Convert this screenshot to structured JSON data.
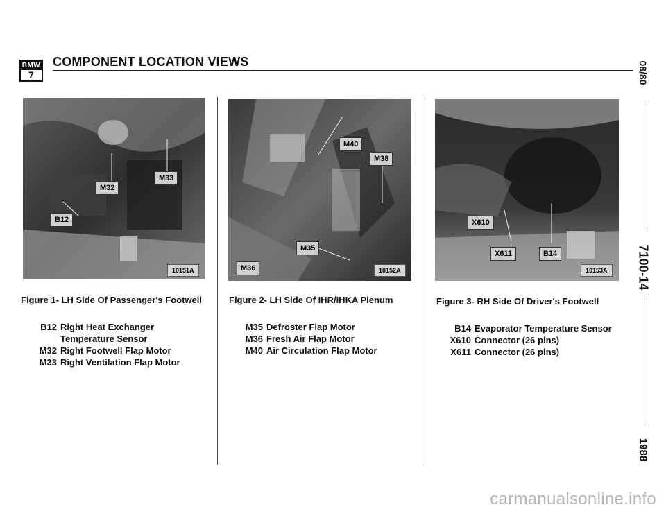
{
  "header": {
    "brand_mark": "BMW",
    "model_mark": "7",
    "title": "COMPONENT LOCATION VIEWS"
  },
  "side": {
    "date": "08/80",
    "page_ref": "7100-14",
    "year": "1988"
  },
  "figures": [
    {
      "title": "Figure 1- LH Side Of Passenger's Footwell",
      "ref_number": "10151A",
      "callouts": [
        "M33",
        "M32",
        "B12"
      ],
      "legend": [
        {
          "code": "B12",
          "desc": "Right Heat Exchanger Temperature Sensor"
        },
        {
          "code": "M32",
          "desc": "Right Footwell Flap Motor"
        },
        {
          "code": "M33",
          "desc": "Right Ventilation Flap Motor"
        }
      ]
    },
    {
      "title": "Figure 2- LH Side Of IHR/IHKA Plenum",
      "ref_number": "10152A",
      "callouts": [
        "M40",
        "M38",
        "M35",
        "M36"
      ],
      "legend": [
        {
          "code": "M35",
          "desc": "Defroster Flap Motor"
        },
        {
          "code": "M36",
          "desc": "Fresh Air Flap Motor"
        },
        {
          "code": "M40",
          "desc": "Air Circulation Flap Motor"
        }
      ]
    },
    {
      "title": "Figure 3- RH Side Of Driver's Footwell",
      "ref_number": "10153A",
      "callouts": [
        "X610",
        "X611",
        "B14"
      ],
      "legend": [
        {
          "code": "B14",
          "desc": "Evaporator Temperature Sensor"
        },
        {
          "code": "X610",
          "desc": "Connector (26 pins)"
        },
        {
          "code": "X611",
          "desc": "Connector (26 pins)"
        }
      ]
    }
  ],
  "watermark": "carmanualsonline.info"
}
